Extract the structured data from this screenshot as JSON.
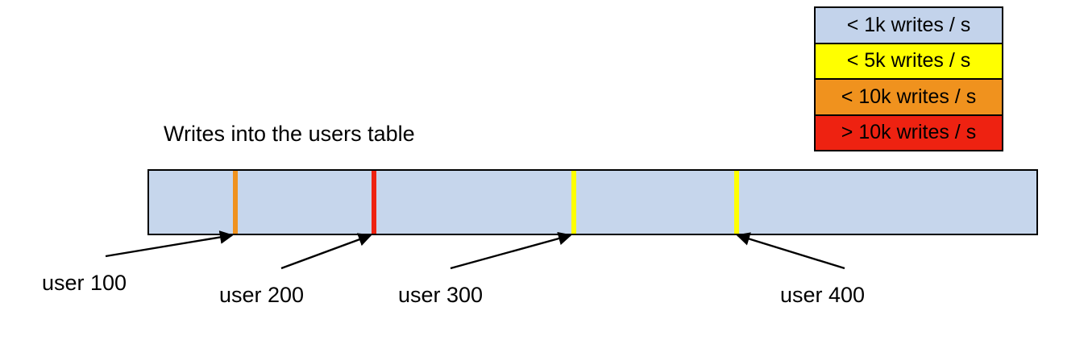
{
  "chart_data": {
    "type": "bar",
    "title": "Writes into the users table",
    "orientation": "horizontal-range-bar",
    "xlabel": "",
    "ylabel": "",
    "grid": false,
    "legend_position": "top-right",
    "base_segment_category": "< 1k writes / s",
    "categories": [
      "user 100",
      "user 200",
      "user 300",
      "user 400"
    ],
    "markers": [
      {
        "label": "user 100",
        "category": "< 10k writes / s",
        "color": "#f0921e"
      },
      {
        "label": "user 200",
        "category": "> 10k writes / s",
        "color": "#ee2211"
      },
      {
        "label": "user 300",
        "category": "< 5k writes / s",
        "color": "#ffff00"
      },
      {
        "label": "user 400",
        "category": "< 5k writes / s",
        "color": "#ffff00"
      }
    ],
    "legend_entries": [
      {
        "label": "< 1k writes / s",
        "color": "#c3d3eb"
      },
      {
        "label": "< 5k writes / s",
        "color": "#ffff00"
      },
      {
        "label": "< 10k writes / s",
        "color": "#f0921e"
      },
      {
        "label": "> 10k writes / s",
        "color": "#ee2211"
      }
    ]
  },
  "legend": {
    "rows": [
      {
        "label": "< 1k writes / s",
        "color": "#c3d3eb"
      },
      {
        "label": "< 5k writes / s",
        "color": "#ffff00"
      },
      {
        "label": "< 10k writes / s",
        "color": "#f0921e"
      },
      {
        "label": "> 10k writes / s",
        "color": "#ee2211"
      }
    ]
  },
  "chart": {
    "title": "Writes into the users table",
    "bar": {
      "fill_color": "#c6d6ec",
      "border_color": "#000000"
    },
    "stripes": [
      {
        "name": "user-100-marker",
        "color": "#f0921e"
      },
      {
        "name": "user-200-marker",
        "color": "#ee2211"
      },
      {
        "name": "user-300-marker",
        "color": "#ffff00"
      },
      {
        "name": "user-400-marker",
        "color": "#ffff00"
      }
    ],
    "callouts": [
      {
        "label": "user 100"
      },
      {
        "label": "user 200"
      },
      {
        "label": "user 300"
      },
      {
        "label": "user 400"
      }
    ]
  }
}
